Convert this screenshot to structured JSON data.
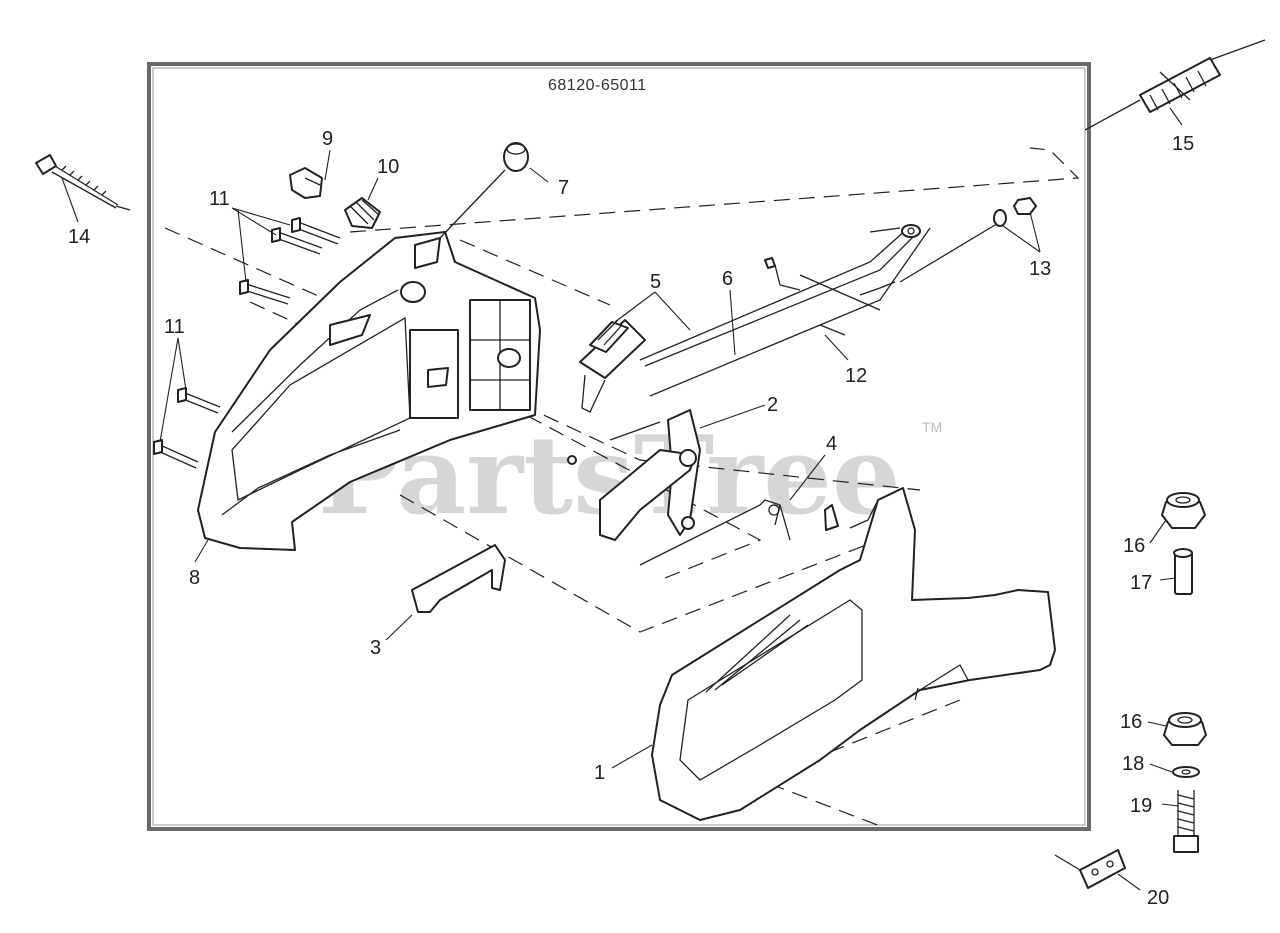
{
  "diagram": {
    "part_number": "68120-65011",
    "watermark": "PartsTree",
    "trademark": "TM",
    "callouts": {
      "c1": "1",
      "c2": "2",
      "c3": "3",
      "c4": "4",
      "c5": "5",
      "c6": "6",
      "c7": "7",
      "c8": "8",
      "c9": "9",
      "c10": "10",
      "c11a": "11",
      "c11b": "11",
      "c12": "12",
      "c13": "13",
      "c14": "14",
      "c15": "15",
      "c16a": "16",
      "c16b": "16",
      "c17": "17",
      "c18": "18",
      "c19": "19",
      "c20": "20"
    }
  }
}
